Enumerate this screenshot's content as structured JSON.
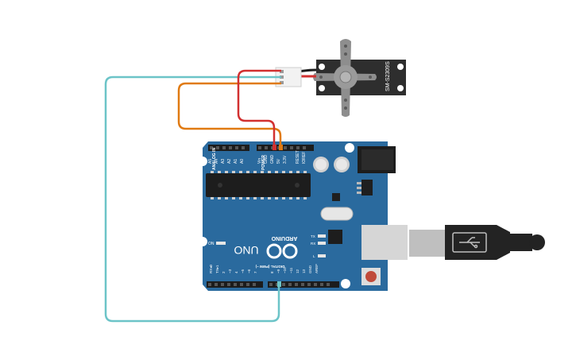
{
  "board": {
    "name": "UNO",
    "brand": "ARDUINO",
    "power_label": "POWER",
    "analog_label": "ANALOG IN",
    "digital_label": "DIGITAL (PWM ~)",
    "on_label": "ON",
    "tx_label": "TX",
    "rx_label": "RX",
    "l_label": "L",
    "power_pins": [
      "IOREF",
      "RESET",
      "3.3V",
      "5V",
      "GND",
      "GND",
      "Vin"
    ],
    "analog_pins": [
      "A0",
      "A1",
      "A2",
      "A3",
      "A4",
      "A5"
    ],
    "digital_pins_right": [
      "AREF",
      "GND",
      "13",
      "12",
      "~11",
      "~10",
      "~9",
      "8"
    ],
    "digital_pins_left": [
      "7",
      "~6",
      "~5",
      "4",
      "~3",
      "2",
      "TX▸1",
      "RX◂0"
    ],
    "colors": {
      "board": "#2a6a9e",
      "board_dark": "#1f5685",
      "silk": "#ffffff"
    }
  },
  "servo": {
    "model": "SM-S2309S",
    "colors": {
      "body": "#2e2e2e",
      "horn": "#8e8e8e"
    }
  },
  "wires": {
    "colors": {
      "signal": "#6cc4c8",
      "power": "#e07a12",
      "ground": "#d23030"
    }
  },
  "cable": {
    "usb_icon": "usb-icon",
    "colors": {
      "plug": "#bfbfbf",
      "cable": "#222222"
    }
  },
  "reset_button": {
    "color": "#c04a3a"
  }
}
